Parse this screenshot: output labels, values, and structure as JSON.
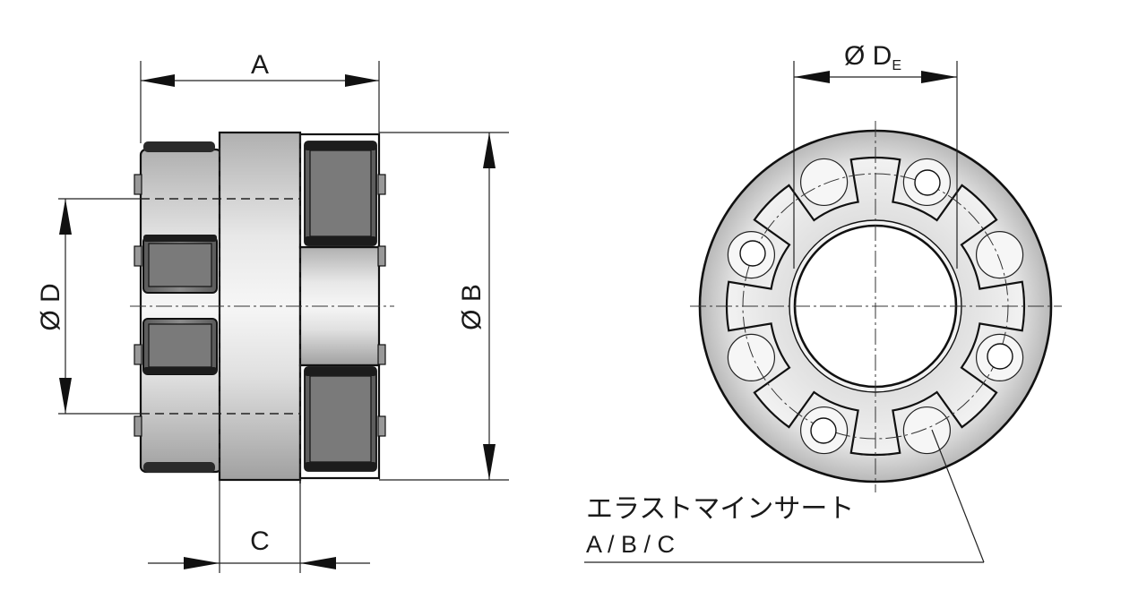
{
  "dimensions": {
    "a": "A",
    "b": "Ø B",
    "c": "C",
    "d": "Ø D",
    "de_main": "Ø D",
    "de_sub": "E"
  },
  "callout": {
    "title": "エラストマインサート",
    "variants": "A / B / C"
  },
  "colors": {
    "line": "#111111",
    "metal_light": "#e6e6e6",
    "metal_dark": "#9a9a9a",
    "elastomer": "#707070"
  }
}
